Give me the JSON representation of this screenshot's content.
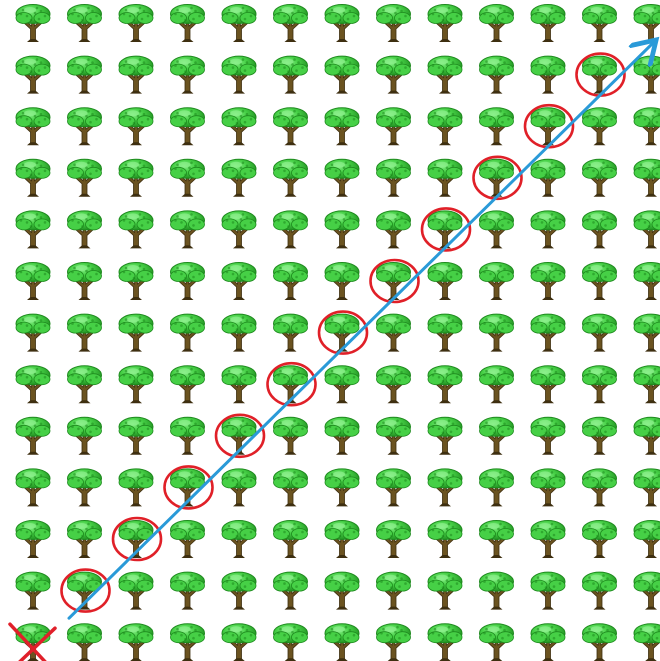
{
  "orchard": {
    "rows": 13,
    "columns": 13,
    "tree_icon": "deciduous-tree-icon",
    "colors": {
      "background": "#ffffff",
      "foliage_dark": "#1e8a1e",
      "foliage_light": "#46d046",
      "foliage_highlight": "#8cf08c",
      "trunk": "#6b5320",
      "trunk_dark": "#3e2f10"
    }
  },
  "observer": {
    "marker_icon": "red-x-icon",
    "row": 12,
    "column": 0,
    "color": "#e0202a"
  },
  "sight_line": {
    "arrow_icon": "arrow-up-right-icon",
    "color": "#2a9ad8",
    "start": {
      "row": 12,
      "column": 0
    },
    "end": {
      "row": 0,
      "column": 12
    }
  },
  "circled_trees": {
    "color": "#e02028",
    "cells": [
      {
        "row": 11,
        "column": 1
      },
      {
        "row": 10,
        "column": 2
      },
      {
        "row": 9,
        "column": 3
      },
      {
        "row": 8,
        "column": 4
      },
      {
        "row": 7,
        "column": 5
      },
      {
        "row": 6,
        "column": 6
      },
      {
        "row": 5,
        "column": 7
      },
      {
        "row": 4,
        "column": 8
      },
      {
        "row": 3,
        "column": 9
      },
      {
        "row": 2,
        "column": 10
      },
      {
        "row": 1,
        "column": 11
      }
    ]
  }
}
